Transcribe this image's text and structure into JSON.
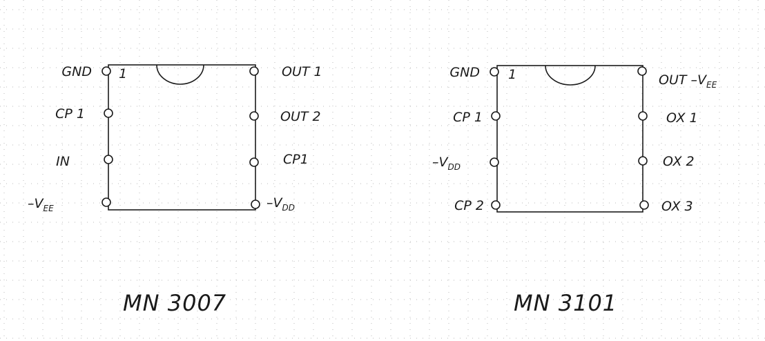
{
  "chips": [
    {
      "title": "MN 3007",
      "pin1_marker": "1",
      "left_pins": [
        {
          "main": "GND",
          "sub": ""
        },
        {
          "main": "CP 1",
          "sub": ""
        },
        {
          "main": "IN",
          "sub": ""
        },
        {
          "main": "–V",
          "sub": "EE"
        }
      ],
      "right_pins": [
        {
          "main": "OUT 1",
          "sub": ""
        },
        {
          "main": "OUT 2",
          "sub": ""
        },
        {
          "main": "CP1",
          "sub": ""
        },
        {
          "main": "–V",
          "sub": "DD"
        }
      ]
    },
    {
      "title": "MN 3101",
      "pin1_marker": "1",
      "left_pins": [
        {
          "main": "GND",
          "sub": ""
        },
        {
          "main": "CP 1",
          "sub": ""
        },
        {
          "main": "–V",
          "sub": "DD"
        },
        {
          "main": "CP 2",
          "sub": ""
        }
      ],
      "right_pins": [
        {
          "main": "OUT –V",
          "sub": "EE"
        },
        {
          "main": "OX 1",
          "sub": ""
        },
        {
          "main": "OX 2",
          "sub": ""
        },
        {
          "main": "OX 3",
          "sub": ""
        }
      ]
    }
  ],
  "colors": {
    "ink": "#1a1a1a",
    "grid": "#b8b8b8",
    "paper": "#ffffff"
  }
}
